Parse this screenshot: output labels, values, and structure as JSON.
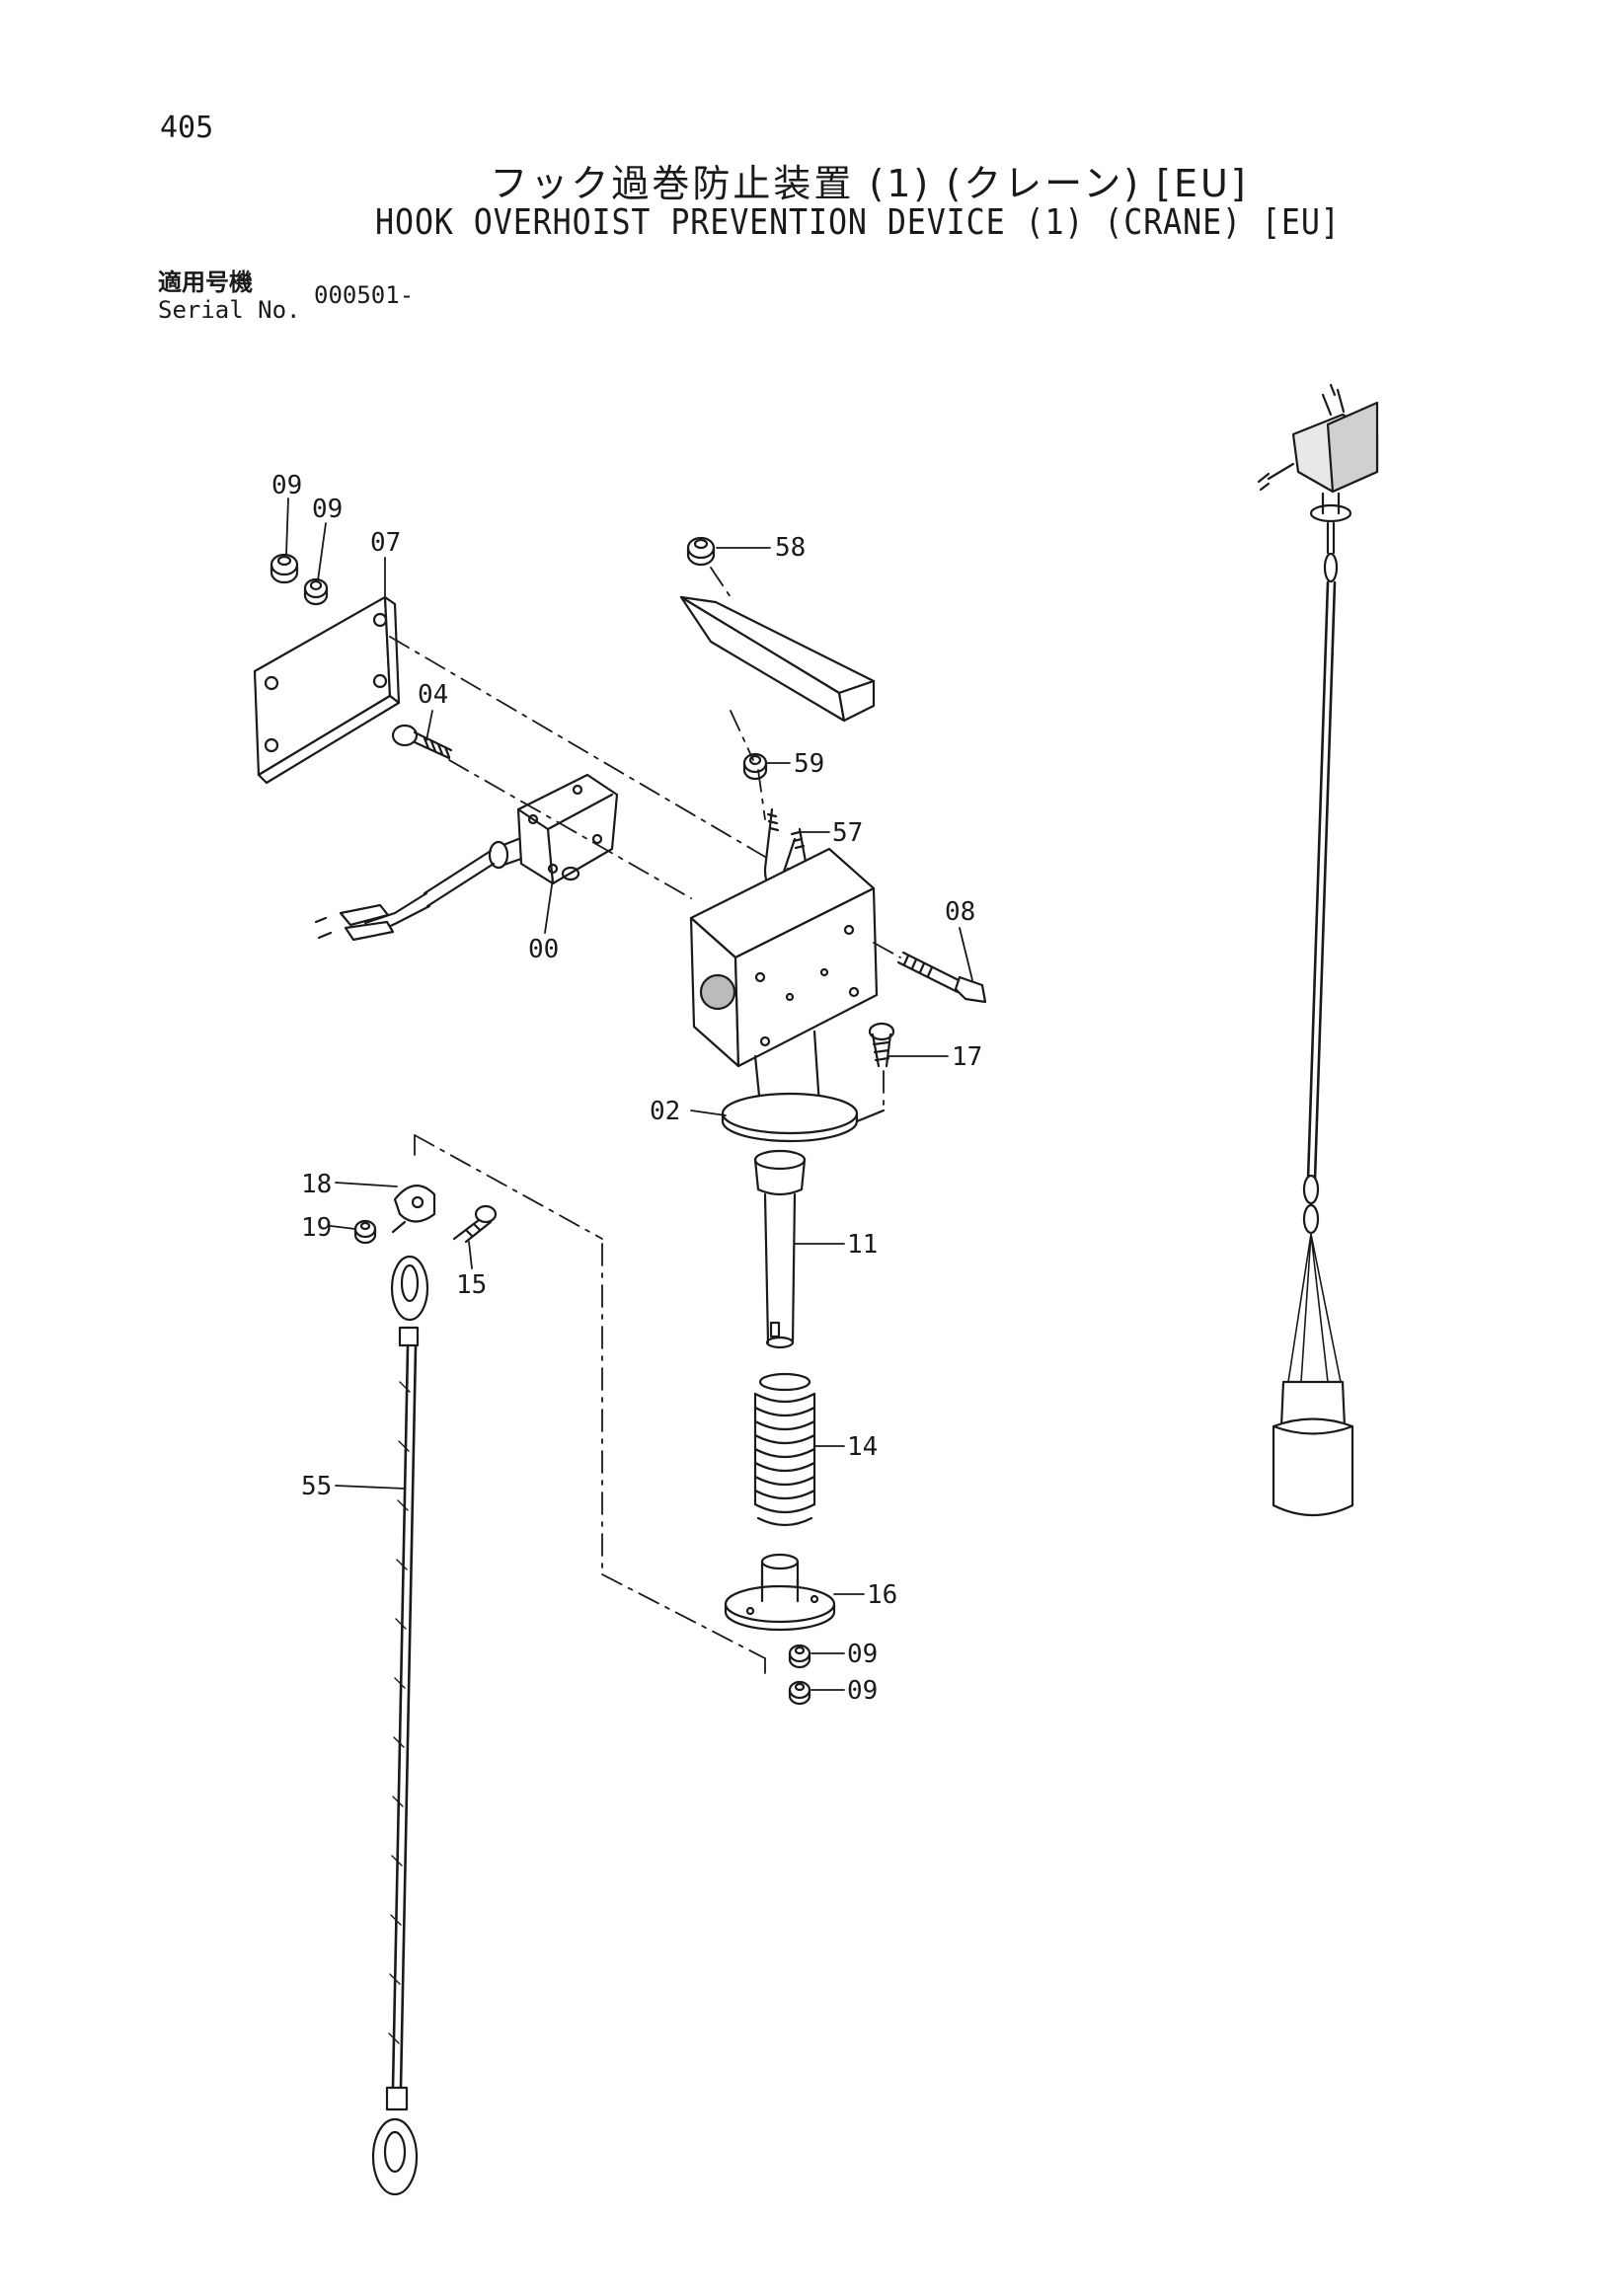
{
  "page_number": "405",
  "title_jp": "フック過巻防止装置 (1) (クレーン) [EU]",
  "title_en": "HOOK OVERHOIST PREVENTION DEVICE (1) (CRANE) [EU]",
  "serial_label_jp": "適用号機",
  "serial_label_en": "Serial No.",
  "serial_value": "000501-",
  "callouts": {
    "c00": "00",
    "c02": "02",
    "c04": "04",
    "c07": "07",
    "c08": "08",
    "c09a": "09",
    "c09b": "09",
    "c09c": "09",
    "c09d": "09",
    "c11": "11",
    "c14": "14",
    "c15": "15",
    "c16": "16",
    "c17": "17",
    "c18": "18",
    "c19": "19",
    "c55": "55",
    "c57": "57",
    "c58": "58",
    "c59": "59"
  }
}
